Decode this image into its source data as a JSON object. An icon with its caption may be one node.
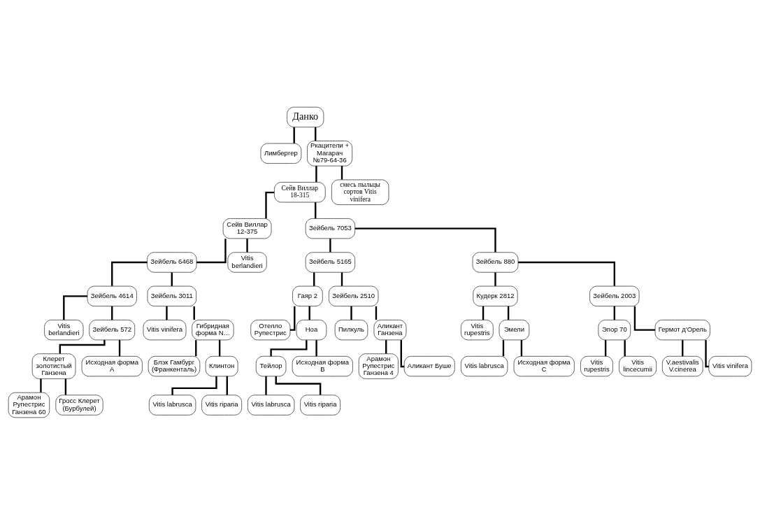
{
  "diagram": {
    "nodes": [
      {
        "text": [
          "Данко"
        ]
      },
      {
        "text": [
          "Лимбергер"
        ]
      },
      {
        "text": [
          "Ркацители + Магарач №79-64-36"
        ]
      },
      {
        "text": [
          "Сейв Виллар 18-315"
        ]
      },
      {
        "text": [
          "смесь пыльцы сортов Vitis vinifera"
        ]
      },
      {
        "text": [
          "Сейв Виллар 12-375"
        ]
      },
      {
        "text": [
          "Зейбель 7053"
        ]
      },
      {
        "text": [
          "Зейбель 6468"
        ]
      },
      {
        "text": [
          "Vitis berlandieri"
        ]
      },
      {
        "text": [
          "Зейбель 5165"
        ]
      },
      {
        "text": [
          "Зейбель 880"
        ]
      },
      {
        "text": [
          "Зейбель 4614"
        ]
      },
      {
        "text": [
          "Зейбель 3011"
        ]
      },
      {
        "text": [
          "Гаяр 2"
        ]
      },
      {
        "text": [
          "Зейбель 2510"
        ]
      },
      {
        "text": [
          "Кудерк 2812"
        ]
      },
      {
        "text": [
          "Зейбель 2003"
        ]
      },
      {
        "text": [
          "Vitis berlandieri"
        ]
      },
      {
        "text": [
          "Зейбель 572"
        ]
      },
      {
        "text": [
          "Vitis vinifera"
        ]
      },
      {
        "text": [
          "Гибридная форма N…"
        ]
      },
      {
        "text": [
          "Пилкуль"
        ]
      },
      {
        "text": [
          "Аликант Ганзена"
        ]
      },
      {
        "text": [
          "Vitis rupestris"
        ]
      },
      {
        "text": [
          "Клерет золотистый Ганзена"
        ]
      },
      {
        "text": [
          "Исходная форма A"
        ]
      },
      {
        "text": [
          "Блэк Гамбург (Франкенталь)"
        ]
      },
      {
        "text": [
          "Арамон Рупестрис Ганзена 4"
        ]
      },
      {
        "text": [
          "Аликант Буше"
        ]
      },
      {
        "text": [
          "Эмели"
        ]
      },
      {
        "text": [
          "Арамон Рупестрис Ганзена 60"
        ]
      },
      {
        "text": [
          "Гросс Клерет (Бурбулей)"
        ]
      },
      {
        "text": [
          "Клинтон"
        ]
      },
      {
        "text": [
          "Отелло Рупестрис"
        ]
      },
      {
        "text": [
          "Ноа"
        ]
      },
      {
        "text": [
          "Vitis labrusca"
        ]
      },
      {
        "text": [
          "Исходная форма C"
        ]
      },
      {
        "text": [
          "Тейлор"
        ]
      },
      {
        "text": [
          "Исходная форма B"
        ]
      },
      {
        "text": [
          "Эпор 70"
        ]
      },
      {
        "text": [
          "Гермот д'Орель"
        ]
      },
      {
        "text": [
          "Vitis labrusca"
        ]
      },
      {
        "text": [
          "Vitis riparia"
        ]
      },
      {
        "text": [
          "Vitis labrusca"
        ]
      },
      {
        "text": [
          "Vitis riparia"
        ]
      },
      {
        "text": [
          "Vitis rupestris"
        ]
      },
      {
        "text": [
          "Vitis lincecumii"
        ]
      },
      {
        "text": [
          "V.aestivalis V.cinerea"
        ]
      },
      {
        "text": [
          "Vitis vinifera"
        ]
      }
    ],
    "edges": [
      {
        "from": 0,
        "to": 1,
        "arrow": "none"
      },
      {
        "from": 0,
        "to": 2,
        "arrow": "none"
      },
      {
        "from": 2,
        "to": 3,
        "arrow": "none"
      },
      {
        "from": 2,
        "to": 4,
        "arrow": "none"
      },
      {
        "from": 3,
        "to": 5,
        "arrow": "none"
      },
      {
        "from": 3,
        "to": 6,
        "arrow": "none"
      },
      {
        "from": 5,
        "to": 7,
        "arrow": "none"
      },
      {
        "from": 5,
        "to": 8,
        "arrow": "none"
      },
      {
        "from": 6,
        "to": 9,
        "arrow": "none"
      },
      {
        "from": 6,
        "to": 10,
        "arrow": "none"
      },
      {
        "from": 7,
        "to": 11,
        "arrow": "none"
      },
      {
        "from": 7,
        "to": 12,
        "arrow": "none"
      },
      {
        "from": 9,
        "to": 13,
        "arrow": "none"
      },
      {
        "from": 9,
        "to": 14,
        "arrow": "none"
      },
      {
        "from": 10,
        "to": 15,
        "arrow": "none"
      },
      {
        "from": 10,
        "to": 16,
        "arrow": "none"
      },
      {
        "from": 11,
        "to": 17,
        "arrow": "none"
      },
      {
        "from": 11,
        "to": 18,
        "arrow": "none"
      },
      {
        "from": 12,
        "to": 19,
        "arrow": "none"
      },
      {
        "from": 12,
        "to": 20,
        "arrow": "none"
      },
      {
        "from": 14,
        "to": 21,
        "arrow": "none"
      },
      {
        "from": 14,
        "to": 22,
        "arrow": "none"
      },
      {
        "from": 15,
        "to": 23,
        "arrow": "none"
      },
      {
        "from": 15,
        "to": 29,
        "arrow": "none"
      },
      {
        "from": 18,
        "to": 24,
        "arrow": "none"
      },
      {
        "from": 18,
        "to": 25,
        "arrow": "none"
      },
      {
        "from": 20,
        "to": 32,
        "arrow": "none"
      },
      {
        "from": 20,
        "to": 26,
        "arrow": "none"
      },
      {
        "from": 22,
        "to": 27,
        "arrow": "none"
      },
      {
        "from": 22,
        "to": 28,
        "arrow": "none"
      },
      {
        "from": 29,
        "to": 35,
        "arrow": "none"
      },
      {
        "from": 29,
        "to": 36,
        "arrow": "none"
      },
      {
        "from": 24,
        "to": 30,
        "arrow": "none"
      },
      {
        "from": 24,
        "to": 31,
        "arrow": "none"
      },
      {
        "from": 13,
        "to": 33,
        "arrow": "none"
      },
      {
        "from": 13,
        "to": 34,
        "arrow": "none"
      },
      {
        "from": 16,
        "to": 39,
        "arrow": "none"
      },
      {
        "from": 16,
        "to": 40,
        "arrow": "none"
      },
      {
        "from": 32,
        "to": 41,
        "arrow": "none"
      },
      {
        "from": 32,
        "to": 42,
        "arrow": "none"
      },
      {
        "from": 34,
        "to": 37,
        "arrow": "none"
      },
      {
        "from": 34,
        "to": 38,
        "arrow": "none"
      },
      {
        "from": 37,
        "to": 43,
        "arrow": "none"
      },
      {
        "from": 37,
        "to": 44,
        "arrow": "none"
      },
      {
        "from": 39,
        "to": 45,
        "arrow": "none"
      },
      {
        "from": 39,
        "to": 46,
        "arrow": "none"
      },
      {
        "from": 40,
        "to": 47,
        "arrow": "none"
      },
      {
        "from": 40,
        "to": 48,
        "arrow": "none"
      }
    ]
  }
}
